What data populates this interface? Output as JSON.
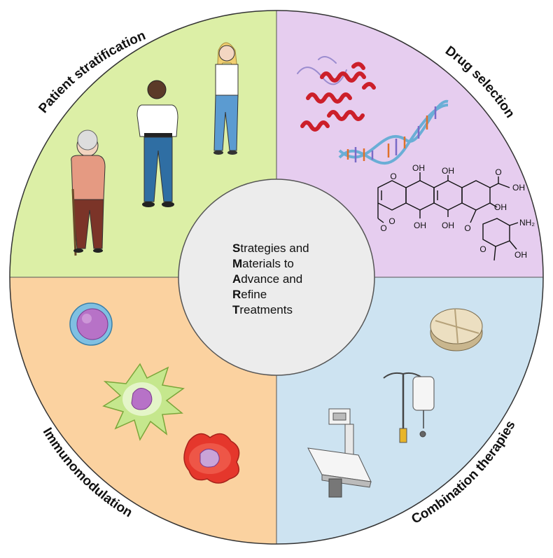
{
  "center": {
    "lines": [
      {
        "initial": "S",
        "rest": "trategies and"
      },
      {
        "initial": "M",
        "rest": "aterials to"
      },
      {
        "initial": "A",
        "rest": "dvance and"
      },
      {
        "initial": "R",
        "rest": "efine"
      },
      {
        "initial": "T",
        "rest": "reatments"
      }
    ]
  },
  "quadrants": {
    "patient_stratification": {
      "label": "Patient stratification",
      "color": "#dcefa6"
    },
    "drug_selection": {
      "label": "Drug selection",
      "color": "#e6cdef"
    },
    "immunomodulation": {
      "label": "Immunomodulation",
      "color": "#fbd2a0"
    },
    "combination_therapies": {
      "label": "Combination therapies",
      "color": "#cde3f1"
    }
  },
  "molecule": {
    "oh_top": "OH",
    "o_ketone": "O",
    "oh_side": "OH",
    "oh_ring": "OH",
    "o_top_ring": "O",
    "o_bottom_ring": "O",
    "oh_bottom": "OH",
    "o_methoxy": "O",
    "o_glycoside": "O",
    "nh2": "NH₂",
    "o_sugar": "O",
    "oh_sugar": "OH"
  }
}
